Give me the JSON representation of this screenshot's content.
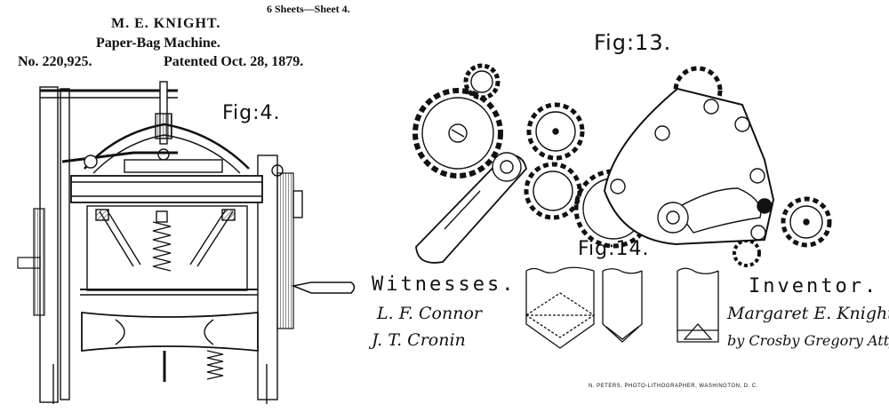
{
  "header": {
    "sheets": "6 Sheets—Sheet 4.",
    "inventor_name": "M. E. KNIGHT.",
    "title": "Paper-Bag Machine.",
    "patent_no": "No. 220,925.",
    "patented": "Patented Oct. 28, 1879."
  },
  "figures": {
    "fig4": "Fig:4.",
    "fig13": "Fig:13.",
    "fig14": "Fig:14."
  },
  "witnesses": {
    "label": "Witnesses.",
    "witness1": "L. F. Connor",
    "witness2": "J. T. Cronin"
  },
  "inventor": {
    "label": "Inventor.",
    "signature": "Margaret E. Knight,",
    "attorney": "by Crosby Gregory Attys"
  },
  "printer": "N. PETERS, PHOTO-LITHOGRAPHER, WASHINGTON, D. C."
}
